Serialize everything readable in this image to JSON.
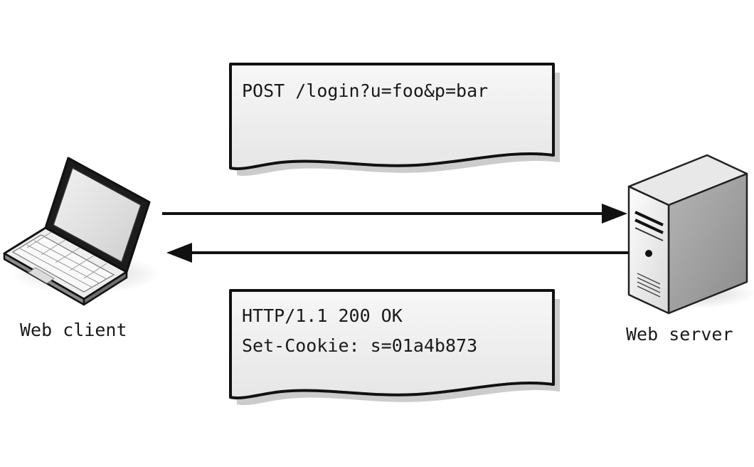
{
  "request": {
    "line1": "POST /login?u=foo&p=bar"
  },
  "response": {
    "line1": "HTTP/1.1 200 OK",
    "line2": "Set-Cookie: s=01a4b873"
  },
  "client": {
    "label": "Web client",
    "icon": "laptop-icon"
  },
  "server": {
    "label": "Web server",
    "icon": "server-tower-icon"
  }
}
